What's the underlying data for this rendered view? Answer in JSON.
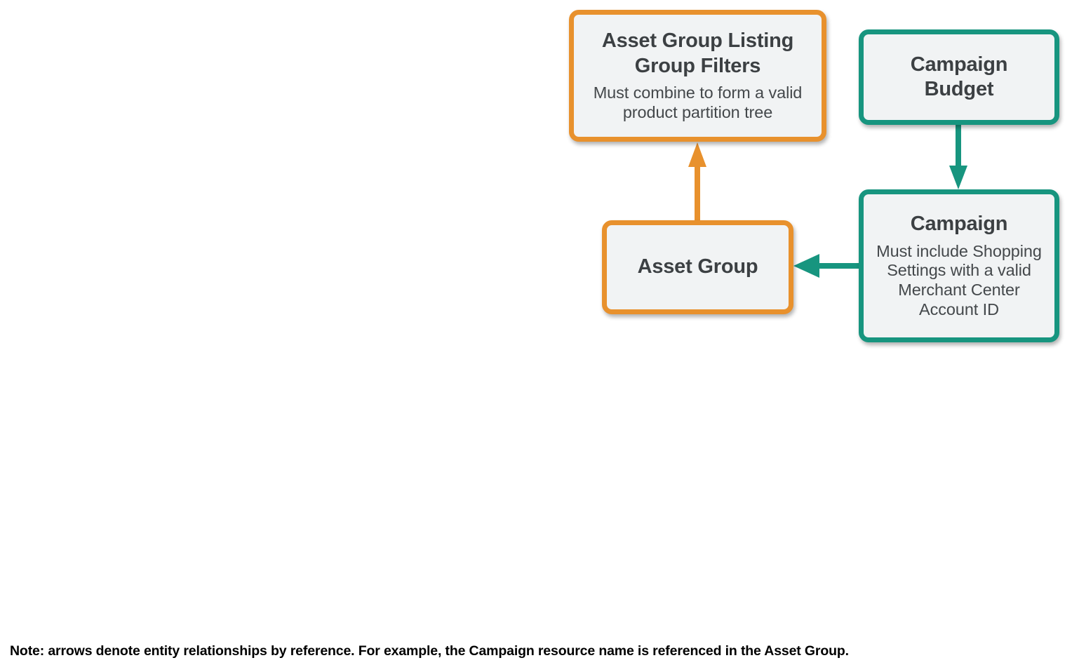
{
  "diagram": {
    "type": "entity-relationship",
    "colors": {
      "orange_border": "#e8912d",
      "teal_border": "#17957f",
      "node_fill": "#f1f3f4",
      "title_text": "#3c4043",
      "subtitle_text": "#44484b",
      "note_text": "#000000",
      "background": "#ffffff"
    },
    "nodes": [
      {
        "id": "asset-group-listing-group-filters",
        "title": "Asset Group Listing Group Filters",
        "subtitle": "Must combine to form a valid product partition tree",
        "color": "orange"
      },
      {
        "id": "campaign-budget",
        "title": "Campaign Budget",
        "subtitle": "",
        "color": "teal"
      },
      {
        "id": "asset-group",
        "title": "Asset Group",
        "subtitle": "",
        "color": "orange"
      },
      {
        "id": "campaign",
        "title": "Campaign",
        "subtitle": "Must include Shopping Settings with a valid Merchant Center Account ID",
        "color": "teal"
      }
    ],
    "edges": [
      {
        "id": "asset-group-to-listing-group-filters",
        "from": "asset-group",
        "to": "asset-group-listing-group-filters",
        "direction": "up",
        "color": "orange"
      },
      {
        "id": "campaign-budget-to-campaign",
        "from": "campaign-budget",
        "to": "campaign",
        "direction": "down",
        "color": "teal"
      },
      {
        "id": "campaign-to-asset-group",
        "from": "campaign",
        "to": "asset-group",
        "direction": "left",
        "color": "teal"
      }
    ],
    "note": "Note: arrows denote entity relationships by reference. For example, the Campaign resource name is referenced in the Asset Group."
  }
}
